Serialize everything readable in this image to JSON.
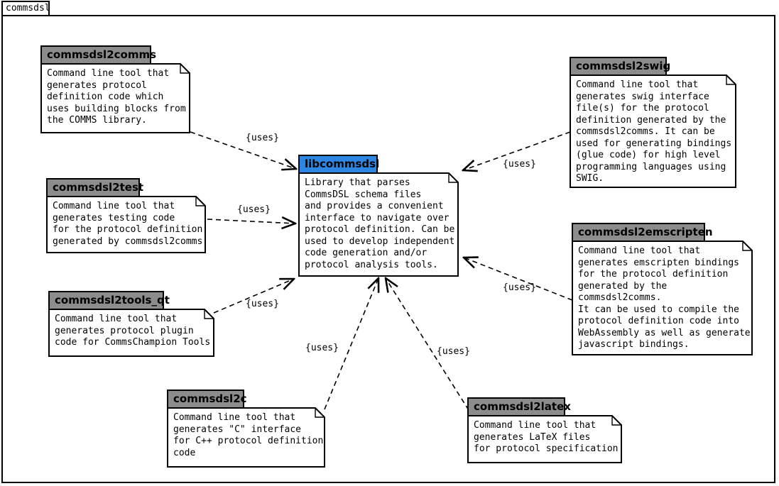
{
  "frame": {
    "label": "commsdsl"
  },
  "nodes": {
    "commsdsl2comms": {
      "title": "commsdsl2comms",
      "body": "Command line tool that\ngenerates protocol\ndefinition code which\nuses building blocks from\nthe COMMS library."
    },
    "commsdsl2swig": {
      "title": "commsdsl2swig",
      "body": "Command line tool that\ngenerates swig interface\nfile(s) for the protocol\ndefinition generated by the\ncommsdsl2comms. It can be\nused for generating bindings\n(glue code) for high level\nprogramming languages using\nSWIG."
    },
    "libcommsdsl": {
      "title": "libcommsdsl",
      "body": "Library that parses\nCommsDSL schema files\nand provides a convenient\ninterface to navigate over\nprotocol definition. Can be\nused to develop independent\ncode generation and/or\nprotocol analysis tools."
    },
    "commsdsl2test": {
      "title": "commsdsl2test",
      "body": "Command line tool that\ngenerates testing code\nfor the protocol definition\ngenerated by commsdsl2comms"
    },
    "commsdsl2tools_qt": {
      "title": "commsdsl2tools_qt",
      "body": "Command line tool that\ngenerates protocol plugin\ncode for CommsChampion Tools"
    },
    "commsdsl2emscripten": {
      "title": "commsdsl2emscripten",
      "body": "Command line tool that\ngenerates emscripten bindings\nfor the protocol definition\ngenerated by the\ncommsdsl2comms.\nIt can be used to compile the\nprotocol definition code into\nWebAssembly as well as generate\njavascript bindings."
    },
    "commsdsl2c": {
      "title": "commsdsl2c",
      "body": "Command line tool that\ngenerates \"C\" interface\nfor C++ protocol definition\ncode"
    },
    "commsdsl2latex": {
      "title": "commsdsl2latex",
      "body": "Command line tool that\ngenerates LaTeX files\nfor protocol specification"
    }
  },
  "edges": [
    {
      "from": "commsdsl2comms",
      "to": "libcommsdsl",
      "label": "{uses}"
    },
    {
      "from": "commsdsl2test",
      "to": "libcommsdsl",
      "label": "{uses}"
    },
    {
      "from": "commsdsl2tools_qt",
      "to": "libcommsdsl",
      "label": "{uses}"
    },
    {
      "from": "commsdsl2swig",
      "to": "libcommsdsl",
      "label": "{uses}"
    },
    {
      "from": "commsdsl2emscripten",
      "to": "libcommsdsl",
      "label": "{uses}"
    },
    {
      "from": "commsdsl2c",
      "to": "libcommsdsl",
      "label": "{uses}"
    },
    {
      "from": "commsdsl2latex",
      "to": "libcommsdsl",
      "label": "{uses}"
    }
  ],
  "colors": {
    "title_bg": "#8C8C8C",
    "lib_title_bg": "#2D87E2",
    "border": "#000000",
    "background": "#FFFFFF"
  }
}
